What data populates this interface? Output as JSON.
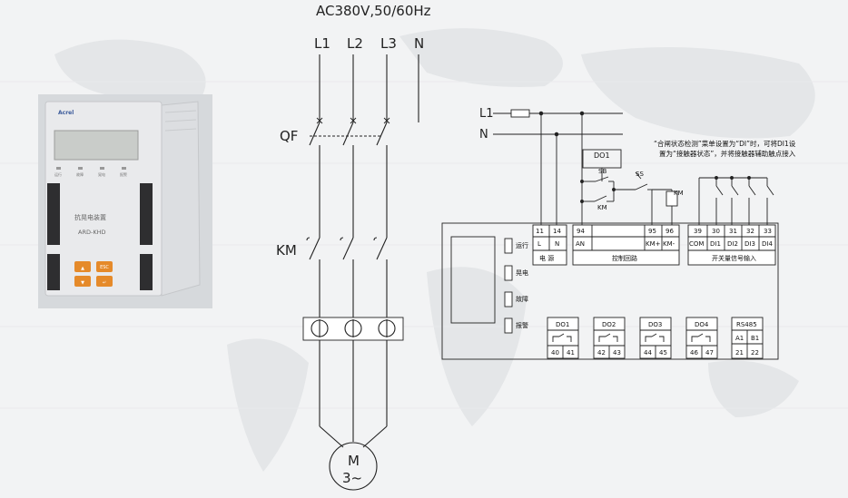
{
  "supply": {
    "label": "AC380V,50/60Hz"
  },
  "mains": {
    "l1": "L1",
    "l2": "L2",
    "l3": "L3",
    "n": "N"
  },
  "breaker": {
    "label": "QF"
  },
  "contactor": {
    "label": "KM"
  },
  "motor": {
    "symbol": "M",
    "phase": "3~"
  },
  "device": {
    "brand": "Acrel",
    "name": "抗晃电装置",
    "model": "ARD-KHD",
    "leds": [
      "运行",
      "故障",
      "晃电",
      "报警"
    ],
    "keys": {
      "up": "▲",
      "esc": "ESC",
      "down": "▼",
      "enter": "↵"
    }
  },
  "control": {
    "l1": "L1",
    "n": "N",
    "do1_coil": "DO1",
    "sb": "SB",
    "ss": "SS",
    "km": "KM",
    "km_coil": "KM",
    "note_line1": "“合闸状态检测”菜单设置为“DI”时，可将DI1设",
    "note_line2": "置为“接触器状态”，并将接触器辅助触点接入"
  },
  "terminals": {
    "power": {
      "nums": [
        "11",
        "14"
      ],
      "labels": [
        "L",
        "N"
      ],
      "title": "电 源"
    },
    "ctrl": {
      "nums": [
        "94",
        "95",
        "96"
      ],
      "labels": [
        "AN",
        "KM+",
        "KM-"
      ],
      "title": "控制回路"
    },
    "di": {
      "nums": [
        "39",
        "30",
        "31",
        "32",
        "33"
      ],
      "labels": [
        "COM",
        "DI1",
        "DI2",
        "DI3",
        "DI4"
      ],
      "title": "开关量信号输入"
    }
  },
  "status": [
    "运行",
    "晃电",
    "故障",
    "报警"
  ],
  "outputs": [
    {
      "name": "DO1",
      "t1": "40",
      "t2": "41"
    },
    {
      "name": "DO2",
      "t1": "42",
      "t2": "43"
    },
    {
      "name": "DO3",
      "t1": "44",
      "t2": "45"
    },
    {
      "name": "DO4",
      "t1": "46",
      "t2": "47"
    }
  ],
  "rs485": {
    "title": "RS485",
    "a": "A1",
    "b": "B1",
    "ta": "21",
    "tb": "22"
  },
  "colors": {
    "background": "#f2f3f4",
    "line": "#222222",
    "device_body": "#e6e7e9",
    "key_orange": "#e58a2a"
  }
}
